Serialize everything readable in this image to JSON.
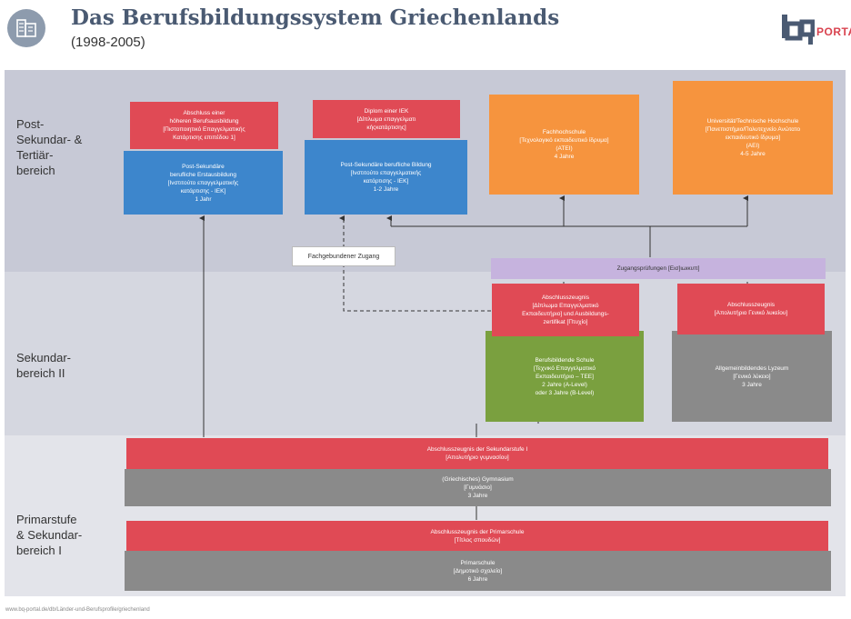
{
  "header": {
    "title": "Das Berufsbildungssystem Griechenlands",
    "subtitle": "(1998-2005)",
    "brand": "PORTA",
    "icon": "building-grid-icon"
  },
  "colors": {
    "red": "#e04a55",
    "blue": "#3d86cc",
    "orange": "#f6943e",
    "green": "#7aa03f",
    "grey": "#8a8a8a",
    "lilac": "#c6b3de",
    "title": "#4a5a72"
  },
  "levels": {
    "tertiary": "Post-\nSekundar- &\nTertiär-\nbereich",
    "secondary2": "Sekundar-\nbereich II",
    "primary": "Primarstufe\n& Sekundar-\nbereich I"
  },
  "boxes": {
    "iek1_cert": "Abschluss einer\nhöheren Berufsausbildung\n[Πιστοποιητικό Επαγγελματικής\nΚατάρτισης επιπέδου 1]",
    "iek1": "Post-Sekundäre\nberufliche Erstausbildung\n[Ινστιτούτο επαγγελματικής\nκατάρτισης - IEK]\n1 Jahr",
    "iek2_cert": "Diplom einer IEK\n[Δίπλωμα επαγγελματι\nκήςκατάρτισης]",
    "iek2": "Post-Sekundäre berufliche Bildung\n[Ινστιτούτο επαγγελματικής\nκατάρτισης - IEK]\n1-2 Jahre",
    "tei": "Fachhochschule\n[Τεχνολογικό εκπαιδευτικό ίδρυμα]\n(ATEI)\n4 Jahre",
    "aei": "Universität/Technische Hochschule\n[Πανεπιστήμιο/Πολυτεχνείο Ανώτατο\nεκπαιδευτικό ίδρυμα]\n(AEI)\n4-5 Jahre",
    "fach_zugang": "Fachgebundener Zugang",
    "zugang": "Zugangsprüfungen [Εισ]ιωικυπ]",
    "tee_cert": "Abschlusszeugnis\n[Δίπλωμα Επαγγελματικό\nΕκπαιδευτήριο] und Ausbildungs-\nzertifikat [Πτυχίο]",
    "tee": "Berufsbildende Schule\n[Τεχνικό Επαγγελματικό\nΕκπαιδευτήριο – TEE]\n2 Jahre (A-Level)\noder 3 Jahre (B-Level)",
    "lyc_cert": "Abschlusszeugnis\n[Απολυτήριο Γενικό λυκείου]",
    "lyc": "Allgemeinbildendes Lyzeum\n[Γενικό λύκειο]\n3 Jahre",
    "gym_cert": "Abschlusszeugnis der Sekundarstufe I\n[Απολυτήριο γυμνασίου]",
    "gym": "(Griechisches) Gymnasium\n[Γυμνάσιο]\n3 Jahre",
    "prim_cert": "Abschlusszeugnis der Primarschule\n[Τίτλος σπουδών]",
    "prim": "Primarschule\n[Δημοτικό σχολείο]\n6 Jahre"
  },
  "footer": "www.bq-portal.de/db/Länder-und-Berufsprofile/griechenland"
}
